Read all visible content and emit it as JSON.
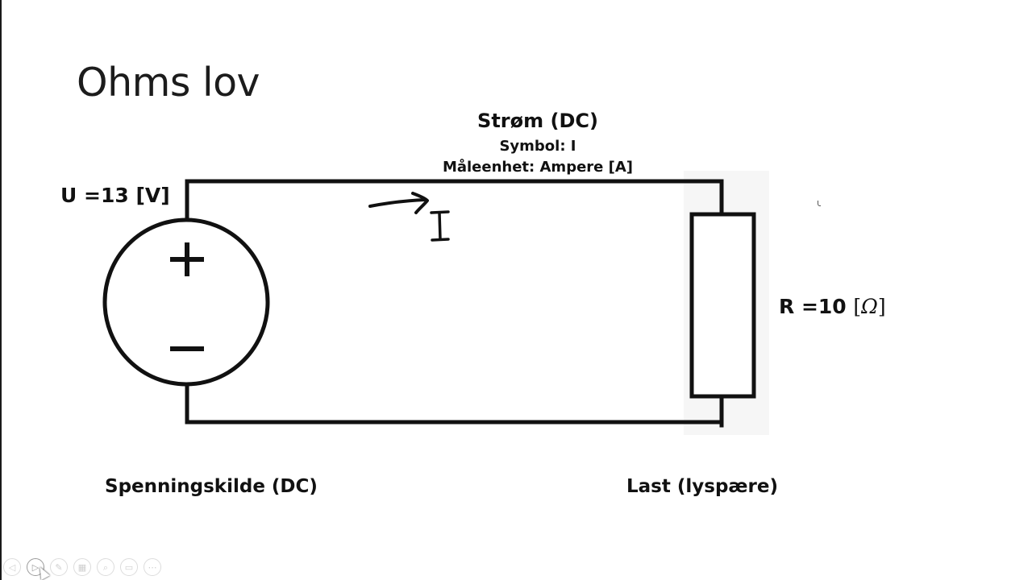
{
  "slide": {
    "title": "Ohms lov",
    "current": {
      "heading": "Strøm (DC)",
      "symbol": "Symbol: I",
      "unit": "Måleenhet: Ampere [A]",
      "annotation_symbol": "I"
    },
    "voltage_label": "U =13 [V]",
    "resistance_label_prefix": "R =10 ",
    "resistance_label_unit_open": "[",
    "resistance_label_unit_symbol": "Ω",
    "resistance_label_unit_close": "]",
    "source_caption": "Spenningskilde (DC)",
    "load_caption": "Last (lyspære)",
    "source_plus": "+",
    "source_minus": "−"
  },
  "toolbar": {
    "items": [
      {
        "icon": "previous-icon",
        "glyph": "◁"
      },
      {
        "icon": "next-icon",
        "glyph": "▷"
      },
      {
        "icon": "pen-icon",
        "glyph": "✎"
      },
      {
        "icon": "slides-icon",
        "glyph": "▦"
      },
      {
        "icon": "zoom-icon",
        "glyph": "⌕"
      },
      {
        "icon": "subtitles-icon",
        "glyph": "▭"
      },
      {
        "icon": "more-icon",
        "glyph": "⋯"
      }
    ]
  },
  "colors": {
    "wire": "#111111",
    "text": "#111111",
    "title": "#1c1c1c",
    "background": "#ffffff"
  }
}
